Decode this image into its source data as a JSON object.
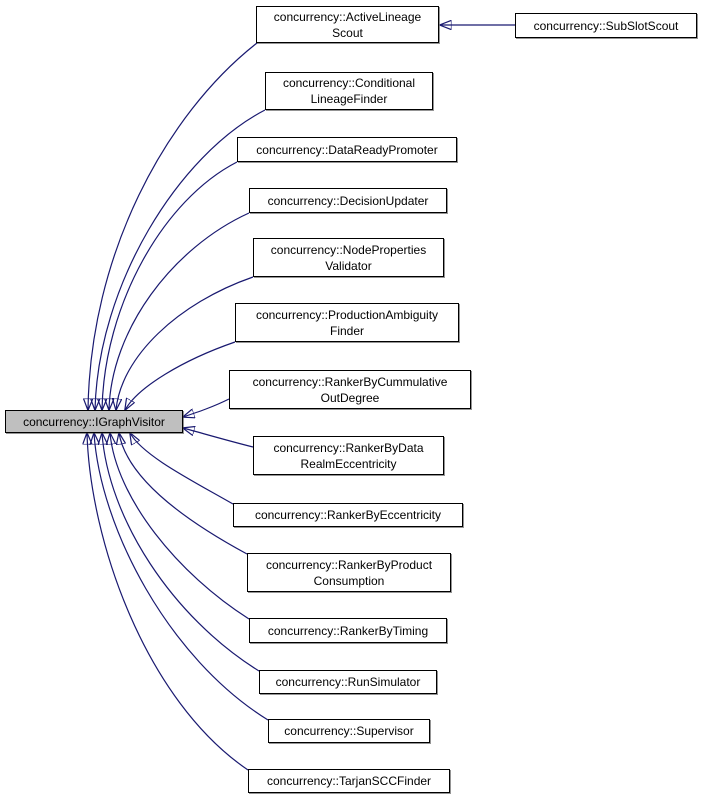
{
  "colors": {
    "edge": "#191970",
    "node_border": "#000000",
    "node_fill": "#ffffff",
    "highlight_fill": "#bfbfbf",
    "text": "#000000"
  },
  "nodes": {
    "igraph_visitor": {
      "line1": "concurrency::IGraphVisitor"
    },
    "active_lineage_scout": {
      "line1": "concurrency::ActiveLineage",
      "line2": "Scout"
    },
    "sub_slot_scout": {
      "line1": "concurrency::SubSlotScout"
    },
    "conditional_lineage_finder": {
      "line1": "concurrency::Conditional",
      "line2": "LineageFinder"
    },
    "data_ready_promoter": {
      "line1": "concurrency::DataReadyPromoter"
    },
    "decision_updater": {
      "line1": "concurrency::DecisionUpdater"
    },
    "node_properties_validator": {
      "line1": "concurrency::NodeProperties",
      "line2": "Validator"
    },
    "production_ambiguity_finder": {
      "line1": "concurrency::ProductionAmbiguity",
      "line2": "Finder"
    },
    "ranker_by_cummulative_out_degree": {
      "line1": "concurrency::RankerByCummulative",
      "line2": "OutDegree"
    },
    "ranker_by_data_realm_eccentricity": {
      "line1": "concurrency::RankerByData",
      "line2": "RealmEccentricity"
    },
    "ranker_by_eccentricity": {
      "line1": "concurrency::RankerByEccentricity"
    },
    "ranker_by_product_consumption": {
      "line1": "concurrency::RankerByProduct",
      "line2": "Consumption"
    },
    "ranker_by_timing": {
      "line1": "concurrency::RankerByTiming"
    },
    "run_simulator": {
      "line1": "concurrency::RunSimulator"
    },
    "supervisor": {
      "line1": "concurrency::Supervisor"
    },
    "tarjan_scc_finder": {
      "line1": "concurrency::TarjanSCCFinder"
    }
  }
}
